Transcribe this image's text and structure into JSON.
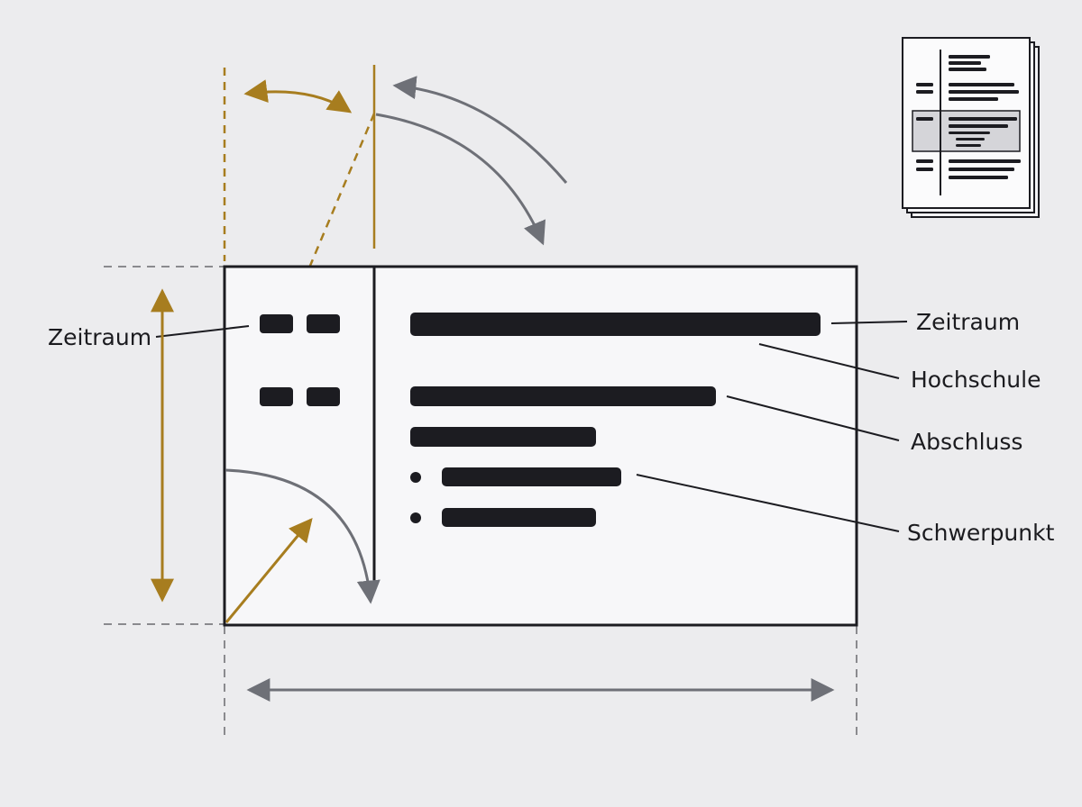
{
  "colors": {
    "background": "#ececee",
    "card": "#f7f7f9",
    "ink": "#1c1c21",
    "gold": "#a77d1f",
    "gray": "#6e7077",
    "dashed_gray": "#8a8a8e"
  },
  "labels": {
    "left_period": "Zeitraum",
    "right_period": "Zeitraum",
    "institution": "Hochschule",
    "degree": "Abschluss",
    "focus": "Schwerpunkt"
  },
  "icons": {
    "document_stack": "document-stack-icon"
  }
}
